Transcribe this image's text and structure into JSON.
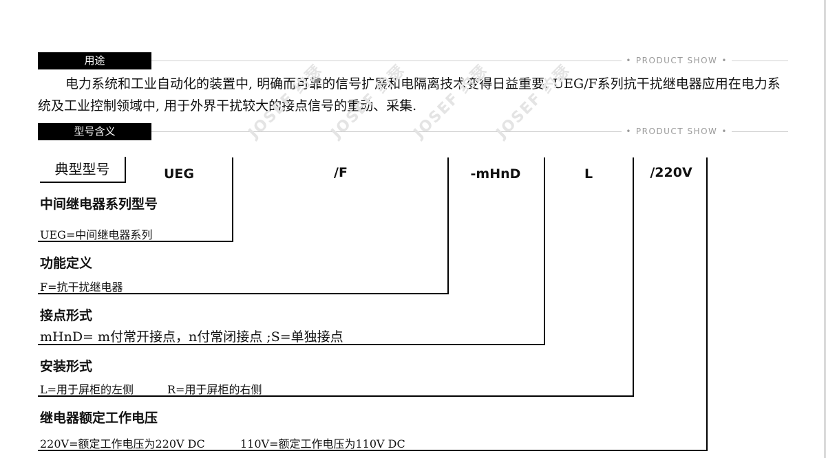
{
  "sections": {
    "usage": {
      "label": "用途",
      "tag": "PRODUCT SHOW"
    },
    "model": {
      "label": "型号含义",
      "tag": "PRODUCT SHOW"
    }
  },
  "usage_text": "电力系统和工业自动化的装置中, 明确而可靠的信号扩展和电隔离技术变得日益重要. UEG/F系列抗干扰继电器应用在电力系统及工业控制领域中, 用于外界干扰较大的接点信号的重动、采集.",
  "watermark": "JOSEF 约瑟",
  "model": {
    "header_label": "典型型号",
    "parts": [
      "UEG",
      "/F",
      "-mHnD",
      "L",
      "/220V"
    ],
    "rows": [
      {
        "title": "中间继电器系列型号",
        "desc": "UEG=中间继电器系列"
      },
      {
        "title": "功能定义",
        "desc": "F=抗干扰继电器"
      },
      {
        "title": "接点形式",
        "desc": "mHnD= m付常开接点，n付常闭接点 ;S=单独接点"
      },
      {
        "title": "安装形式",
        "desc_a": "L=用于屏柜的左侧",
        "desc_b": "R=用于屏柜的右侧"
      },
      {
        "title": "继电器额定工作电压",
        "desc_a": "220V=额定工作电压为220V DC",
        "desc_b": "110V=额定工作电压为110V DC"
      }
    ]
  }
}
